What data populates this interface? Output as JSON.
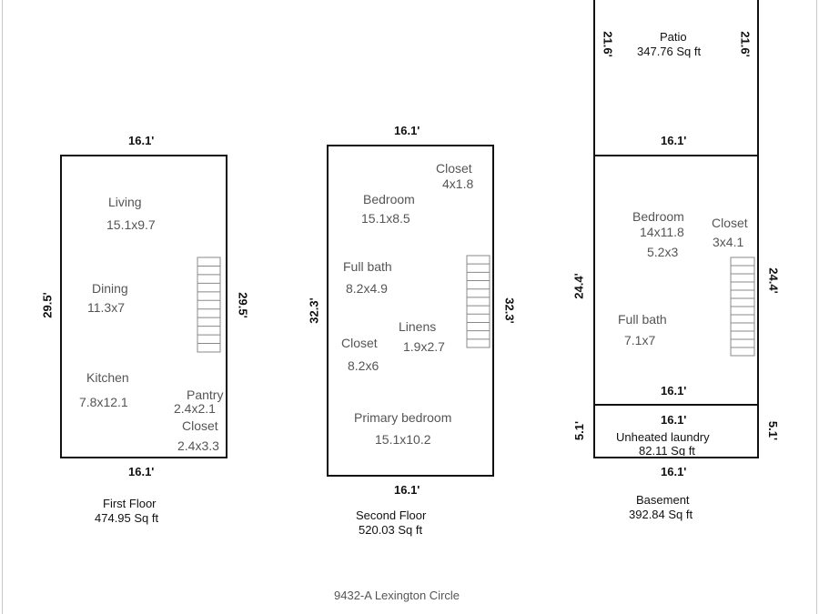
{
  "first_floor": {
    "name": "First Floor",
    "area": "474.95 Sq ft",
    "dims": {
      "top": "16.1'",
      "bottom": "16.1'",
      "left": "29.5'",
      "right": "29.5'"
    },
    "rooms": {
      "living": {
        "name": "Living",
        "size": "15.1x9.7"
      },
      "dining": {
        "name": "Dining",
        "size": "11.3x7"
      },
      "kitchen": {
        "name": "Kitchen",
        "size": "7.8x12.1"
      },
      "pantry": {
        "name": "Pantry",
        "size": "2.4x2.1"
      },
      "closet": {
        "name": "Closet",
        "size": "2.4x3.3"
      }
    }
  },
  "second_floor": {
    "name": "Second Floor",
    "area": "520.03 Sq ft",
    "dims": {
      "top": "16.1'",
      "bottom": "16.1'",
      "left": "32.3'",
      "right": "32.3'"
    },
    "rooms": {
      "closet_top": {
        "name": "Closet",
        "size": "4x1.8"
      },
      "bedroom": {
        "name": "Bedroom",
        "size": "15.1x8.5"
      },
      "full_bath": {
        "name": "Full bath",
        "size": "8.2x4.9"
      },
      "linens": {
        "name": "Linens",
        "size": "1.9x2.7"
      },
      "closet_mid": {
        "name": "Closet",
        "size": "8.2x6"
      },
      "primary_bedroom": {
        "name": "Primary bedroom",
        "size": "15.1x10.2"
      }
    }
  },
  "basement": {
    "name": "Basement",
    "area": "392.84 Sq ft",
    "dims": {
      "main_top": "16.1'",
      "main_left": "24.4'",
      "main_right": "24.4'",
      "main_bottom": "16.1'",
      "laundry_top": "16.1'",
      "laundry_left": "5.1'",
      "laundry_right": "5.1'",
      "laundry_bottom": "16.1'"
    },
    "rooms": {
      "bedroom": {
        "name": "Bedroom",
        "size": "14x11.8",
        "size2": "5.2x3"
      },
      "closet": {
        "name": "Closet",
        "size": "3x4.1"
      },
      "full_bath": {
        "name": "Full bath",
        "size": "7.1x7"
      },
      "laundry": {
        "name": "Unheated laundry",
        "area": "82.11 Sq ft"
      }
    }
  },
  "patio": {
    "name": "Patio",
    "area": "347.76 Sq ft",
    "dims": {
      "left": "21.6'",
      "right": "21.6'"
    }
  },
  "address": "9432-A Lexington Circle"
}
